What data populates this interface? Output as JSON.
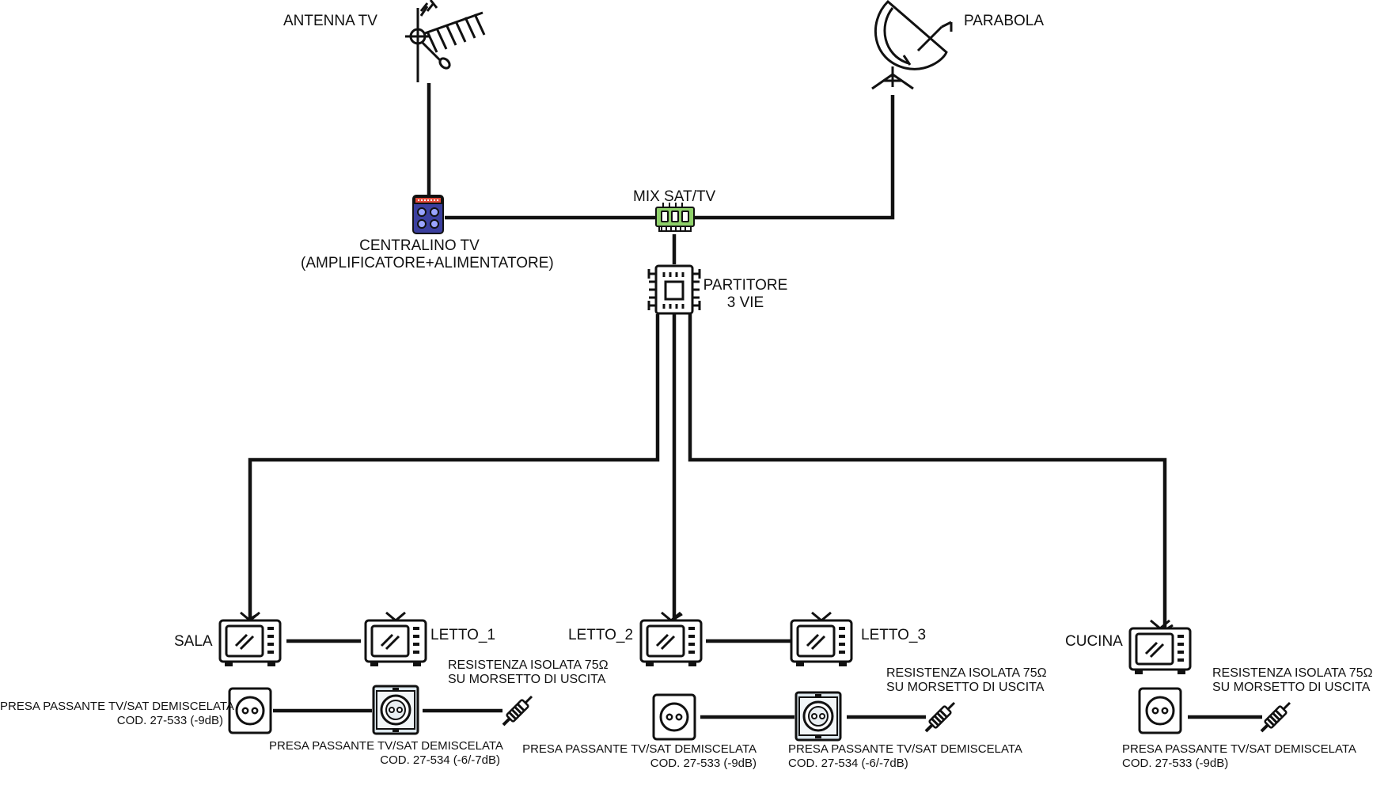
{
  "title": "",
  "nodes": {
    "antenna": {
      "label": "ANTENNA TV",
      "icon": "yagi-antenna-icon"
    },
    "dish": {
      "label": "PARABOLA",
      "icon": "satellite-dish-icon"
    },
    "amplifier": {
      "label_line1": "CENTRALINO TV",
      "label_line2": "(AMPLIFICATORE+ALIMENTATORE)",
      "icon": "amplifier-icon"
    },
    "mixer": {
      "label": "MIX SAT/TV",
      "icon": "mixer-module-icon"
    },
    "splitter": {
      "label_line1": "PARTITORE",
      "label_line2": "3 VIE",
      "icon": "splitter-chip-icon"
    }
  },
  "rooms": {
    "sala": "SALA",
    "letto_1": "LETTO_1",
    "letto_2": "LETTO_2",
    "letto_3": "LETTO_3",
    "cucina": "CUCINA"
  },
  "outlets": {
    "sala_pass": {
      "line1": "PRESA PASSANTE TV/SAT DEMISCELATA",
      "line2": "COD. 27-533 (-9dB)"
    },
    "letto1_pass": {
      "line1": "PRESA PASSANTE TV/SAT DEMISCELATA",
      "line2": "COD. 27-534 (-6/-7dB)"
    },
    "letto2_pass": {
      "line1": "PRESA PASSANTE TV/SAT DEMISCELATA",
      "line2": "COD. 27-533 (-9dB)"
    },
    "letto3_pass": {
      "line1": "PRESA PASSANTE TV/SAT DEMISCELATA",
      "line2": "COD. 27-534 (-6/-7dB)"
    },
    "cucina_pass": {
      "line1": "PRESA PASSANTE TV/SAT DEMISCELATA",
      "line2": "COD. 27-533 (-9dB)"
    }
  },
  "terminators": {
    "t1": {
      "line1": "RESISTENZA ISOLATA 75Ω",
      "line2": "SU MORSETTO DI USCITA"
    },
    "t2": {
      "line1": "RESISTENZA ISOLATA 75Ω",
      "line2": "SU MORSETTO DI USCITA"
    },
    "t3": {
      "line1": "RESISTENZA ISOLATA 75Ω",
      "line2": "SU MORSETTO DI USCITA"
    }
  },
  "colors": {
    "line": "#111111",
    "amplifier_fill": "#3b3f9e",
    "amplifier_top": "#e04a3a",
    "mixer_fill": "#8fd16a",
    "outlet_alt_fill": "#dde8ee"
  }
}
